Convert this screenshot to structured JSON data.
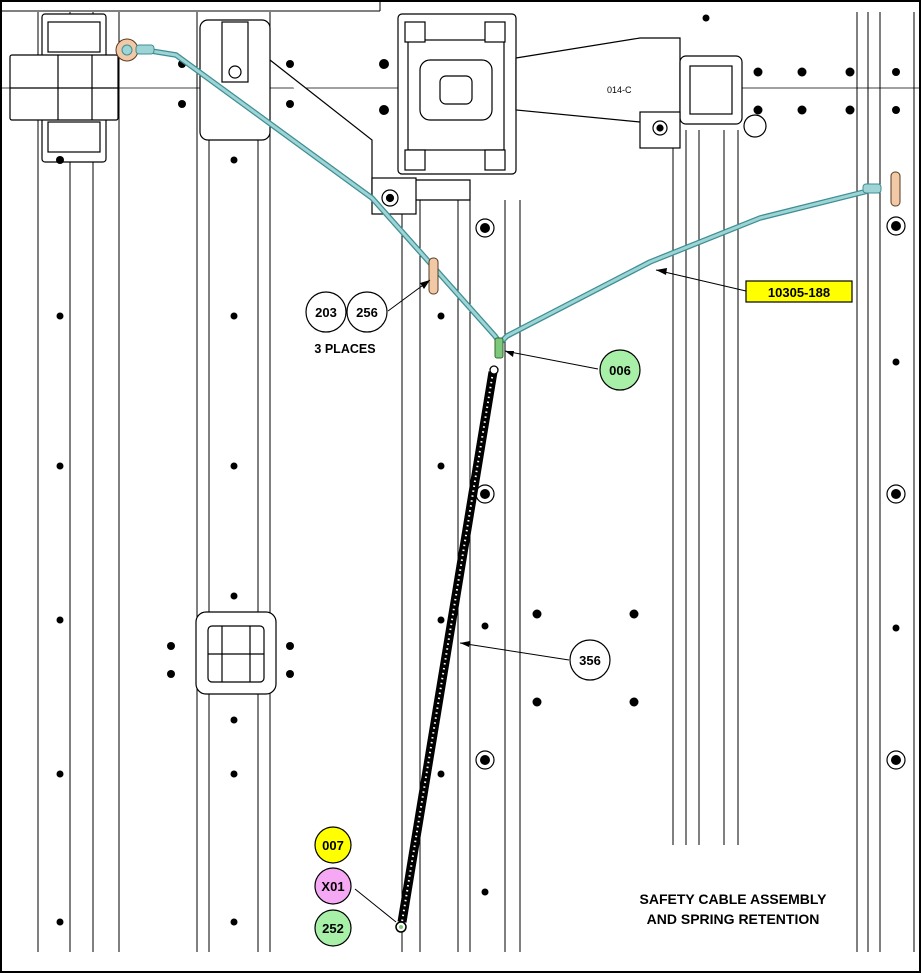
{
  "callouts": {
    "c203": "203",
    "c256": "256",
    "places": "3 PLACES",
    "c10305": "10305-188",
    "c006": "006",
    "c356": "356",
    "c007": "007",
    "cX01": "X01",
    "c252": "252"
  },
  "part_label": "014-C",
  "title": {
    "line1": "SAFETY CABLE ASSEMBLY",
    "line2": "AND SPRING RETENTION"
  },
  "colors": {
    "cable": "#9ed4d6",
    "cable_outline": "#3e8f93",
    "fitting": "#f2c9a6",
    "yellow": "#ffff00",
    "green": "#a8f0a8",
    "magenta": "#f5a9f5",
    "white": "#ffffff"
  }
}
